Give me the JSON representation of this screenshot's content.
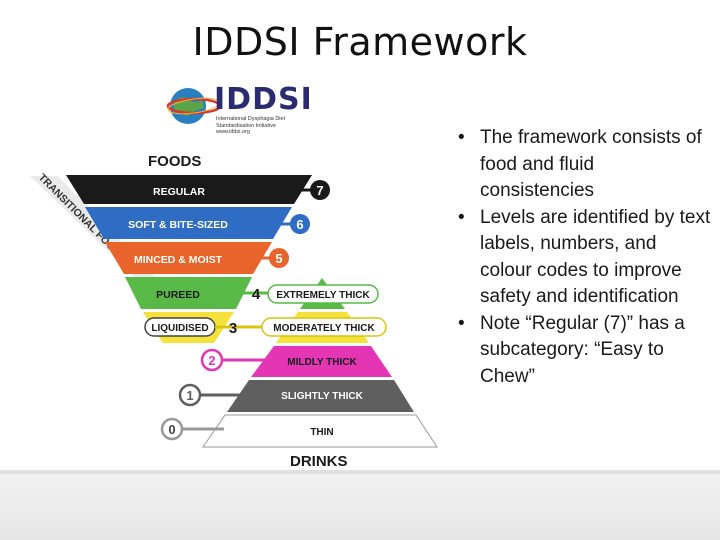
{
  "title": "IDDSI Framework",
  "logo": {
    "wordmark": "IDDSI",
    "tagline": "International Dysphagia Diet Standardisation Initiative",
    "url": "www.iddsi.org"
  },
  "diagram": {
    "foods_heading": "FOODS",
    "drinks_heading": "DRINKS",
    "transitional_label": "TRANSITIONAL FOODS",
    "food_levels": [
      {
        "label": "REGULAR",
        "number": "7",
        "color": "#1a1a1a"
      },
      {
        "label": "SOFT & BITE-SIZED",
        "number": "6",
        "color": "#2f6cc4"
      },
      {
        "label": "MINCED & MOIST",
        "number": "5",
        "color": "#e8642a"
      },
      {
        "label": "PUREED",
        "number": "4",
        "color": "#58b947"
      },
      {
        "label": "LIQUIDISED",
        "number": "3",
        "color": "#f4e23a"
      }
    ],
    "drink_levels": [
      {
        "label": "EXTREMELY THICK",
        "number": "4",
        "color": "#58b947"
      },
      {
        "label": "MODERATELY THICK",
        "number": "3",
        "color": "#f4e23a"
      },
      {
        "label": "MILDLY THICK",
        "number": "2",
        "color": "#e335b4"
      },
      {
        "label": "SLIGHTLY THICK",
        "number": "1",
        "color": "#5f5f5f"
      },
      {
        "label": "THIN",
        "number": "0",
        "color": "#ffffff"
      }
    ]
  },
  "bullets": [
    "The framework consists of food and fluid consistencies",
    "Levels are identified by text labels, numbers, and colour codes to improve safety and identification",
    "Note “Regular (7)” has a subcategory: “Easy to Chew”"
  ]
}
